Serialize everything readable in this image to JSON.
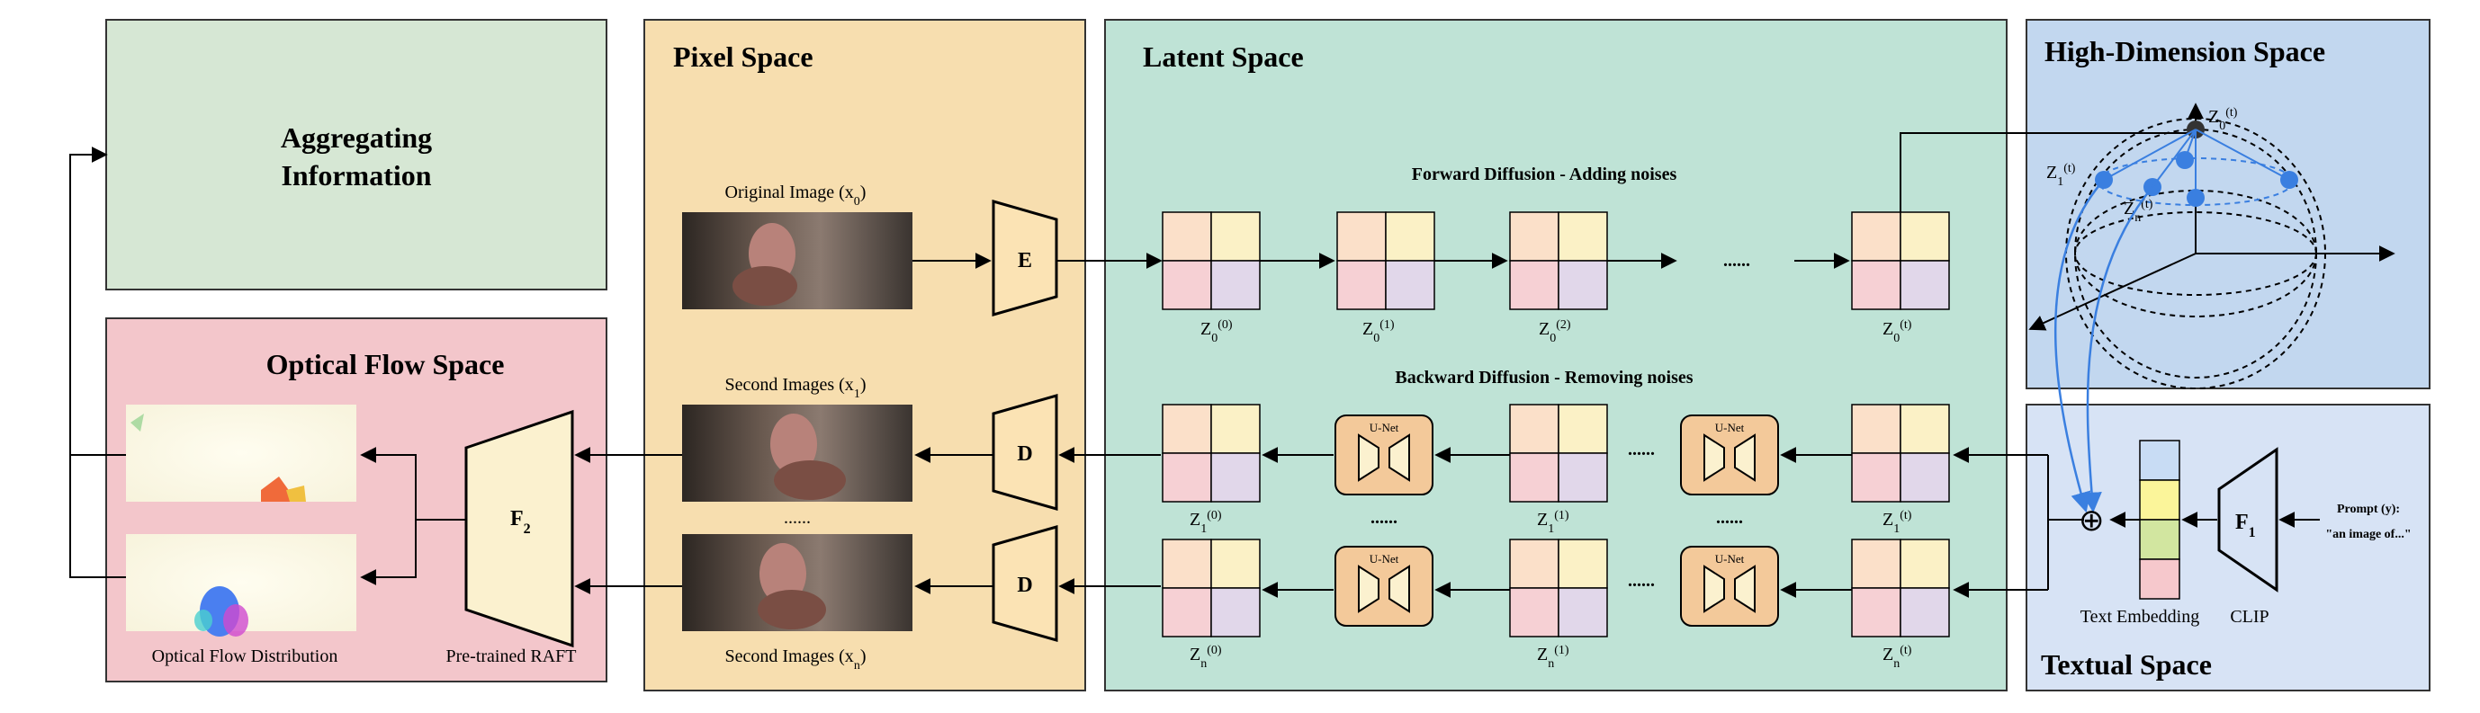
{
  "panels": {
    "aggregating": "Aggregating Information",
    "aggregating_line1": "Aggregating",
    "aggregating_line2": "Information",
    "pixel": "Pixel Space",
    "latent": "Latent Space",
    "high_dim": "High-Dimension Space",
    "optical": "Optical Flow Space",
    "textual": "Textual Space"
  },
  "pixel_space": {
    "original_image": "Original Image (x",
    "original_sub": "0",
    "second_images_1": "Second Images (x",
    "second_sub_1": "1",
    "second_images_n": "Second Images (x",
    "second_sub_n": "n",
    "dots": "......",
    "close_paren": ")"
  },
  "latent_space": {
    "forward": "Forward Diffusion - Adding noises",
    "backward": "Backward Diffusion - Removing noises",
    "dots": "......",
    "unet": "U-Net",
    "z_base": "Z",
    "sub_0": "0",
    "sub_1": "1",
    "sub_n": "n",
    "sup_0": "(0)",
    "sup_1": "(1)",
    "sup_2": "(2)",
    "sup_t": "(t)"
  },
  "encoder": {
    "E": "E",
    "D": "D"
  },
  "optical_space": {
    "f2": "F",
    "f2_sub": "2",
    "pretrained": "Pre-trained RAFT",
    "distribution": "Optical Flow Distribution"
  },
  "textual_space": {
    "f1": "F",
    "f1_sub": "1",
    "prompt": "Prompt (y):",
    "prompt_value": "\"an image of...\"",
    "text_embedding": "Text Embedding",
    "clip": "CLIP",
    "plus": "⊕"
  },
  "high_dim_space": {
    "z0t": "Z",
    "z0_sub": "0",
    "z0_sup": "(t)",
    "z1t": "Z",
    "z1_sub": "1",
    "z1_sup": "(t)",
    "znt": "Z",
    "zn_sub": "n",
    "zn_sup": "(t)"
  },
  "colors": {
    "aggregating_bg": "#d6e7d4",
    "pixel_bg": "#f7deaf",
    "latent_bg": "#bfe3d6",
    "high_dim_bg": "#c2d7ef",
    "optical_bg": "#f3c6cb",
    "textual_bg": "#d7e3f5",
    "node_blue": "#3a7fe0",
    "q_peach": "#fbe0c9",
    "q_yellow": "#fbf1c6",
    "q_pink": "#f6d0d4",
    "q_lilac": "#e1d7ea",
    "unet_fill": "#f3c99a"
  }
}
